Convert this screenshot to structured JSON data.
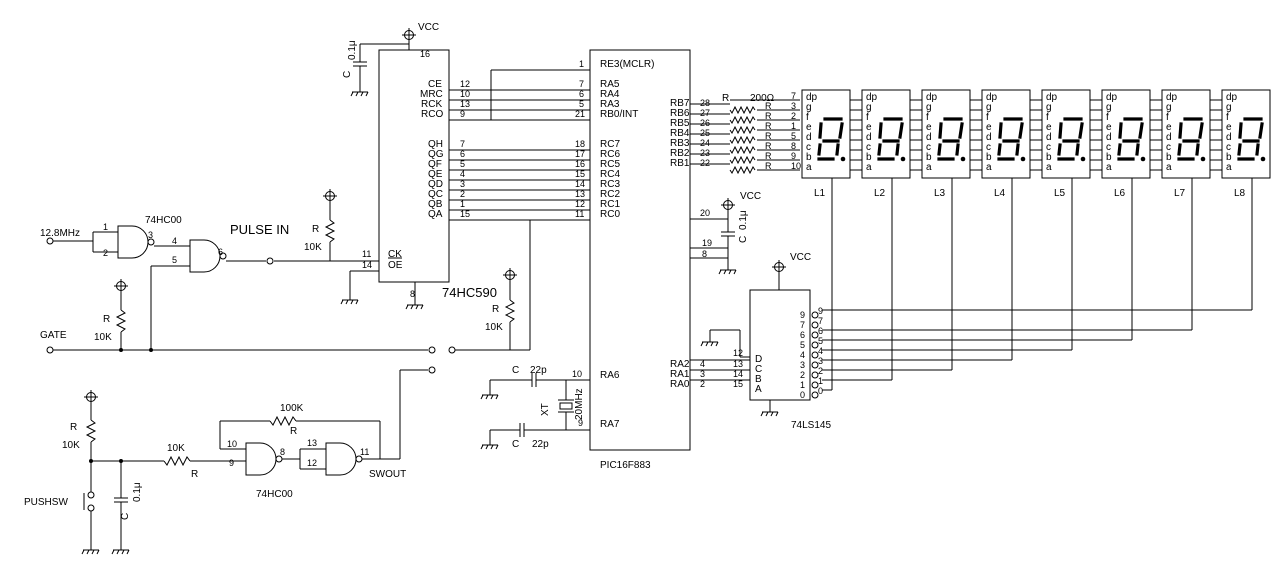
{
  "labels": {
    "vcc": "VCC",
    "gnd_note": "",
    "clock_in": "12.8MHz",
    "pulse_in": "PULSE IN",
    "gate": "GATE",
    "pushsw": "PUSHSW",
    "swout": "SWOUT",
    "r": "R",
    "c": "C",
    "r_10k": "10K",
    "r_100k": "100K",
    "r_200": "200Ω",
    "c_01u": "0.1μ",
    "c_22p": "22p",
    "xt": "XT",
    "xtal_freq": "20MHz"
  },
  "chips": {
    "hc00": "74HC00",
    "hc590": "74HC590",
    "pic": "PIC16F883",
    "ls145": "74LS145"
  },
  "hc590_pins": {
    "left": [
      "CE",
      "MRC",
      "RCK",
      "RCO",
      "QH",
      "QG",
      "QF",
      "QE",
      "QD",
      "QC",
      "QB",
      "QA"
    ],
    "left_nums": [
      "12",
      "10",
      "13",
      "9",
      "7",
      "6",
      "5",
      "4",
      "3",
      "2",
      "1",
      "15"
    ],
    "ck": "CK",
    "ck_num": "11",
    "oe": "OE",
    "oe_num": "14",
    "vcc_num": "16",
    "gnd_num": "8"
  },
  "pic_pins": {
    "top": [
      "RE3(MCLR)",
      "RA5",
      "RA4",
      "RA3",
      "RB0/INT",
      "RC7",
      "RC6",
      "RC5",
      "RC4",
      "RC3",
      "RC2",
      "RC1",
      "RC0"
    ],
    "top_nums": [
      "1",
      "7",
      "6",
      "5",
      "21",
      "18",
      "17",
      "16",
      "15",
      "14",
      "13",
      "12",
      "11"
    ],
    "ra6": "RA6",
    "ra6_num": "10",
    "ra7": "RA7",
    "ra7_num": "9",
    "rb": [
      "RB7",
      "RB6",
      "RB5",
      "RB4",
      "RB3",
      "RB2",
      "RB1"
    ],
    "rb_nums": [
      "28",
      "27",
      "26",
      "25",
      "24",
      "23",
      "22"
    ],
    "ra_low": [
      "RA2",
      "RA1",
      "RA0"
    ],
    "ra_low_nums": [
      "4",
      "3",
      "2"
    ],
    "vdd_num": "20",
    "vss_nums": [
      "19",
      "8"
    ]
  },
  "ls145_pins": {
    "inputs": [
      "D",
      "C",
      "B",
      "A"
    ],
    "input_nums": [
      "12",
      "13",
      "14",
      "15"
    ],
    "outputs": [
      "9",
      "7",
      "6",
      "5",
      "4",
      "3",
      "2",
      "1",
      "0"
    ]
  },
  "seg_pins": {
    "names": [
      "dp",
      "g",
      "f",
      "e",
      "d",
      "c",
      "b",
      "a"
    ],
    "nums": [
      "7",
      "3",
      "2",
      "1",
      "5",
      "8",
      "9",
      "10"
    ]
  },
  "nand_pins": {
    "u1": [
      "1",
      "2",
      "3"
    ],
    "u2": [
      "4",
      "5",
      "6"
    ],
    "u3": [
      "10",
      "9",
      "8"
    ],
    "u4": [
      "12",
      "13",
      "11"
    ]
  },
  "displays": [
    "L1",
    "L2",
    "L3",
    "L4",
    "L5",
    "L6",
    "L7",
    "L8"
  ]
}
